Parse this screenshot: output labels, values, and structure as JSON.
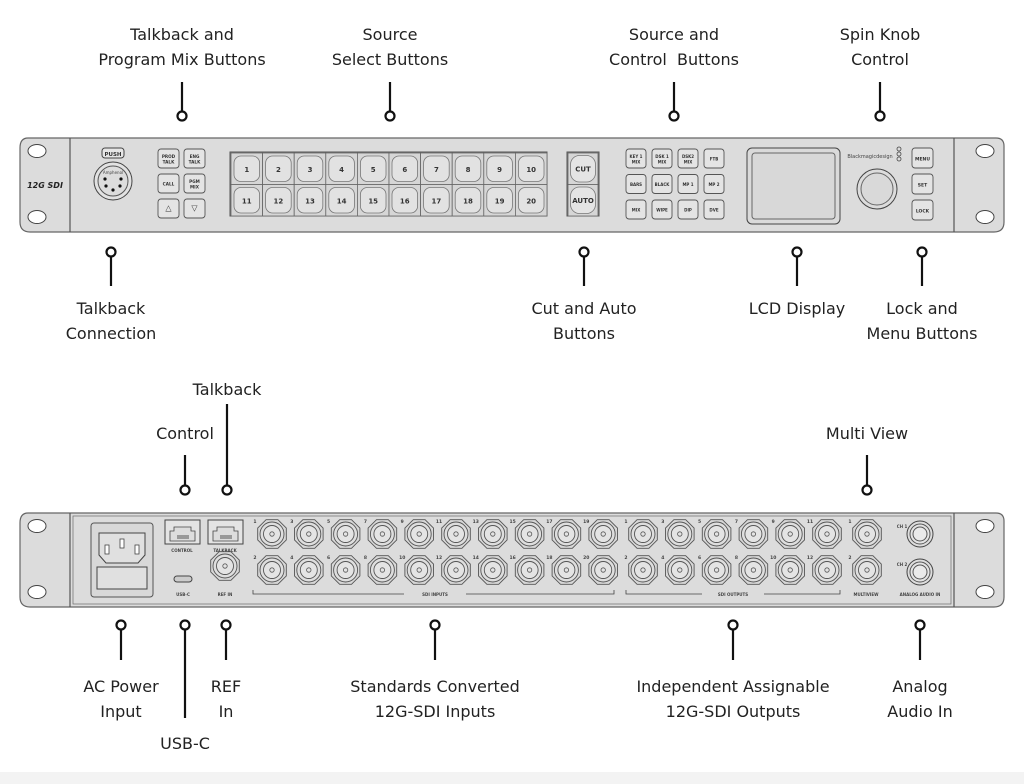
{
  "front_panel": {
    "brand_badge": "12G SDI",
    "xlr": {
      "push_label": "PUSH",
      "brand": "Amphenol"
    },
    "talkback_buttons": [
      {
        "line1": "PROD",
        "line2": "TALK"
      },
      {
        "line1": "ENG",
        "line2": "TALK"
      },
      {
        "line1": "CALL",
        "line2": ""
      },
      {
        "line1": "PGM",
        "line2": "MIX"
      },
      {
        "line1": "△",
        "line2": ""
      },
      {
        "line1": "▽",
        "line2": ""
      }
    ],
    "source_buttons": [
      "1",
      "2",
      "3",
      "4",
      "5",
      "6",
      "7",
      "8",
      "9",
      "10",
      "11",
      "12",
      "13",
      "14",
      "15",
      "16",
      "17",
      "18",
      "19",
      "20"
    ],
    "transition_buttons": [
      "CUT",
      "AUTO"
    ],
    "control_buttons": [
      {
        "line1": "KEY 1",
        "line2": "MIX"
      },
      {
        "line1": "DSK 1",
        "line2": "MIX"
      },
      {
        "line1": "DSK2",
        "line2": "MIX"
      },
      {
        "line1": "FTB",
        "line2": ""
      },
      {
        "line1": "BARS",
        "line2": ""
      },
      {
        "line1": "BLACK",
        "line2": ""
      },
      {
        "line1": "MP 1",
        "line2": ""
      },
      {
        "line1": "MP 2",
        "line2": ""
      },
      {
        "line1": "MIX",
        "line2": ""
      },
      {
        "line1": "WIPE",
        "line2": ""
      },
      {
        "line1": "DIP",
        "line2": ""
      },
      {
        "line1": "DVE",
        "line2": ""
      }
    ],
    "brand_logo": "Blackmagicdesign",
    "menu_buttons": [
      "MENU",
      "SET",
      "LOCK"
    ]
  },
  "rear_panel": {
    "control_port_label": "CONTROL",
    "talkback_port_label": "TALKBACK",
    "usbc_label": "USB-C",
    "ref_in_label": "REF IN",
    "sdi_inputs_label": "SDI INPUTS",
    "sdi_outputs_label": "SDI OUTPUTS",
    "multiview_label": "MULTIVIEW",
    "analog_audio_label": "ANALOG AUDIO IN",
    "audio_channels": [
      "CH 1",
      "CH 2"
    ],
    "sdi_input_numbers_top": [
      "1",
      "3",
      "5",
      "7",
      "9",
      "11",
      "13",
      "15",
      "17",
      "19"
    ],
    "sdi_input_numbers_bottom": [
      "2",
      "4",
      "6",
      "8",
      "10",
      "12",
      "14",
      "16",
      "18",
      "20"
    ],
    "sdi_output_numbers_top": [
      "1",
      "3",
      "5",
      "7",
      "9",
      "11"
    ],
    "sdi_output_numbers_bottom": [
      "2",
      "4",
      "6",
      "8",
      "10",
      "12"
    ],
    "multiview_numbers": [
      "1",
      "2"
    ]
  },
  "callouts": {
    "talkback_program_mix": [
      "Talkback and",
      "Program Mix Buttons"
    ],
    "source_select": [
      "Source",
      "Select Buttons"
    ],
    "source_control": [
      "Source and",
      "Control  Buttons"
    ],
    "spin_knob": [
      "Spin Knob",
      "Control"
    ],
    "talkback_connection": [
      "Talkback",
      "Connection"
    ],
    "cut_auto": [
      "Cut and Auto",
      "Buttons"
    ],
    "lcd_display": [
      "LCD Display"
    ],
    "lock_menu": [
      "Lock and",
      "Menu Buttons"
    ],
    "rear_talkback": [
      "Talkback"
    ],
    "rear_control": [
      "Control"
    ],
    "multi_view": [
      "Multi View"
    ],
    "ac_power": [
      "AC Power",
      "Input"
    ],
    "usbc": [
      "USB-C"
    ],
    "ref_in": [
      "REF",
      "In"
    ],
    "sdi_inputs": [
      "Standards Converted",
      "12G-SDI Inputs"
    ],
    "sdi_outputs": [
      "Independent Assignable",
      "12G-SDI Outputs"
    ],
    "analog_audio": [
      "Analog",
      "Audio In"
    ]
  }
}
